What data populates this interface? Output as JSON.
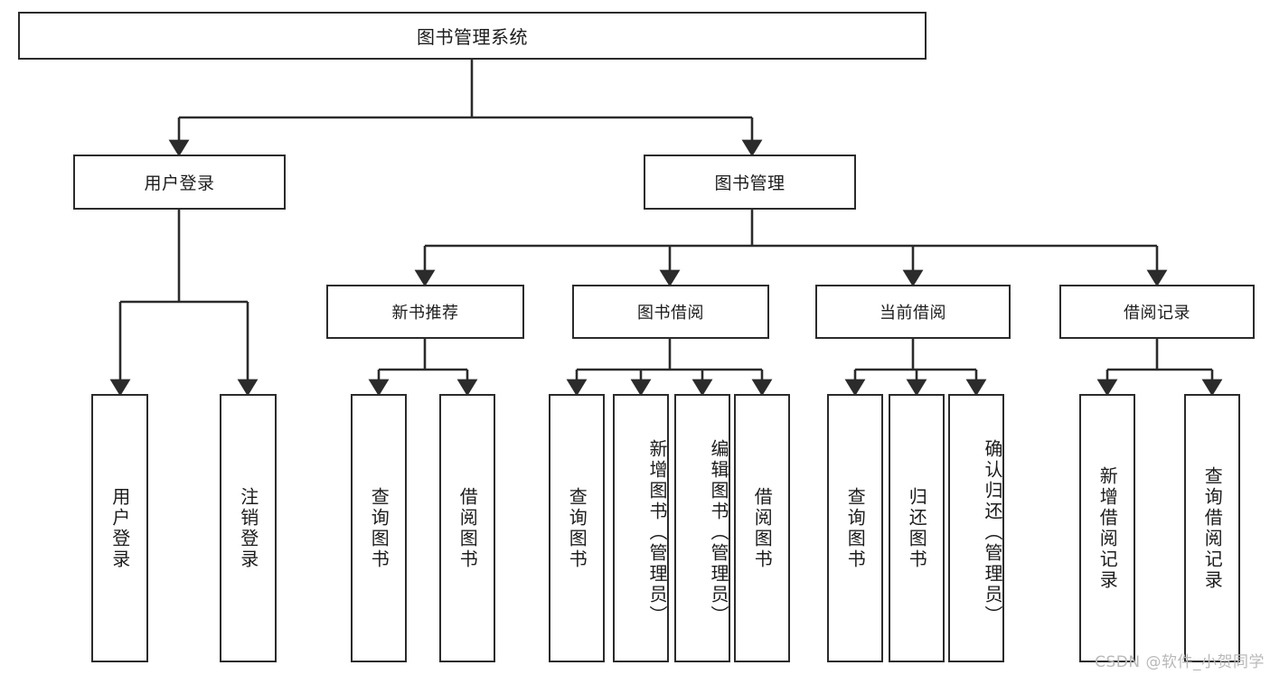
{
  "diagram": {
    "title": "图书管理系统",
    "type": "hierarchy-tree",
    "watermark": "CSDN @软件_小贺同学",
    "colors": {
      "line": "#2b2b2b",
      "box_border": "#2b2b2b",
      "box_fill": "#ffffff",
      "text": "#1c1c1c",
      "watermark": "#b9b9b9"
    },
    "root": {
      "label": "图书管理系统"
    },
    "level2": [
      {
        "label": "用户登录"
      },
      {
        "label": "图书管理"
      }
    ],
    "level3": [
      {
        "label": "新书推荐"
      },
      {
        "label": "图书借阅"
      },
      {
        "label": "当前借阅"
      },
      {
        "label": "借阅记录"
      }
    ],
    "leaves": {
      "user_login": [
        {
          "label": "用户登录"
        },
        {
          "label": "注销登录"
        }
      ],
      "new_book_recommend": [
        {
          "label": "查询图书"
        },
        {
          "label": "借阅图书"
        }
      ],
      "book_borrow": [
        {
          "label": "查询图书"
        },
        {
          "label": "新增图书（管理员）"
        },
        {
          "label": "编辑图书（管理员）"
        },
        {
          "label": "借阅图书"
        }
      ],
      "current_borrow": [
        {
          "label": "查询图书"
        },
        {
          "label": "归还图书"
        },
        {
          "label": "确认归还（管理员）"
        }
      ],
      "borrow_record": [
        {
          "label": "新增借阅记录"
        },
        {
          "label": "查询借阅记录"
        }
      ]
    }
  }
}
